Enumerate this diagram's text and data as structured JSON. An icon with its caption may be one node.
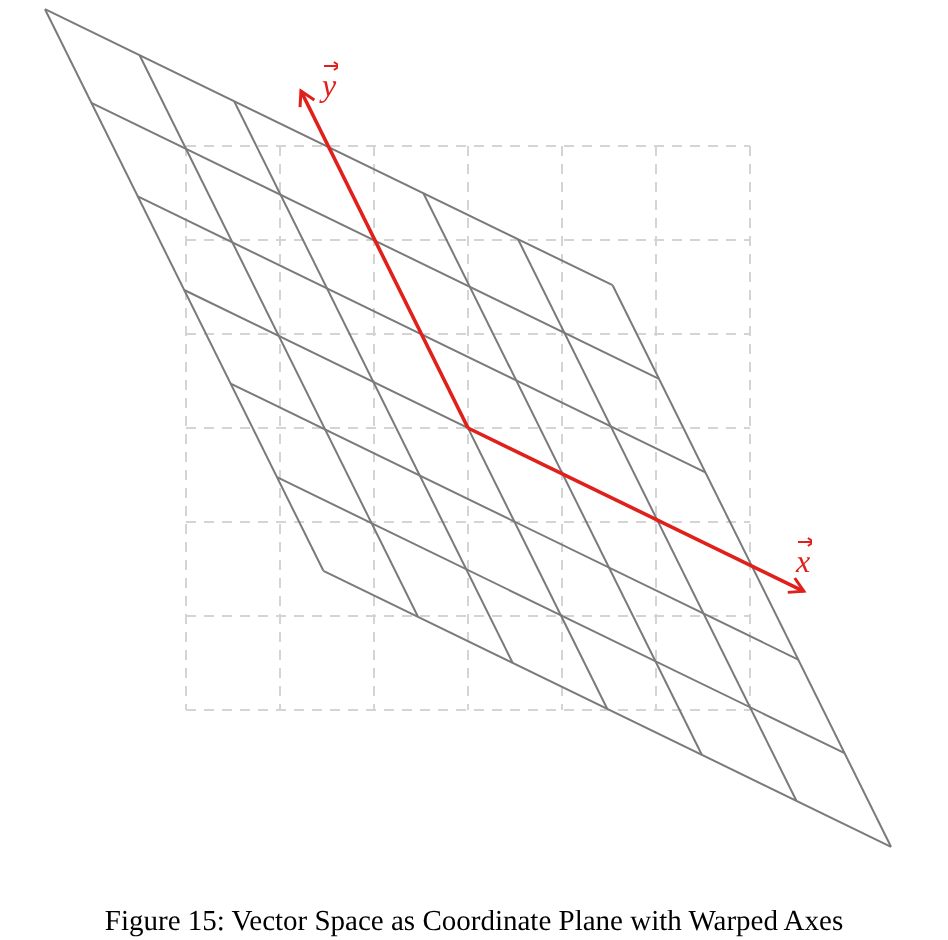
{
  "diagram": {
    "caption": "Figure 15: Vector Space as Coordinate Plane with Warped Axes",
    "labels": [
      "y",
      "x"
    ]
  }
}
